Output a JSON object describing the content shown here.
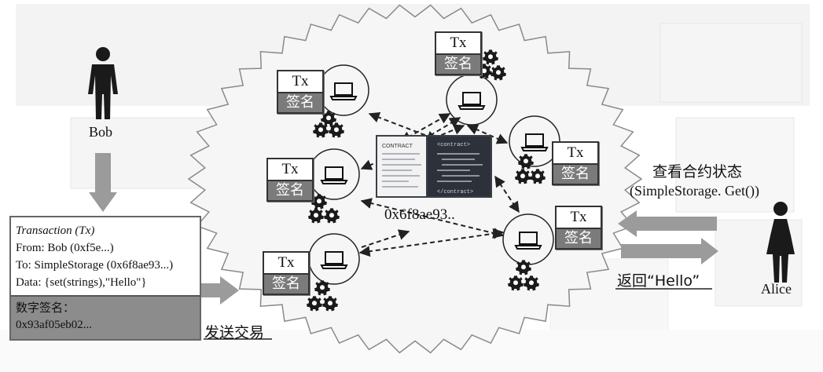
{
  "bob": {
    "name": "Bob"
  },
  "alice": {
    "name": "Alice"
  },
  "transaction": {
    "title": "Transaction (Tx)",
    "from": "From: Bob (0xf5e...)",
    "to": "To: SimpleStorage (0x6f8ae93...)",
    "data": "Data: {set(strings),\"Hello\"}",
    "signature_label": "数字签名：",
    "signature_value": "0x93af05eb02..."
  },
  "send_label": "发送交易",
  "query_label": "查看合约状态",
  "query_call": "(SimpleStorage. Get())",
  "return_label": "返回“Hello”",
  "contract": {
    "address": "0x6f8ae93..",
    "left_heading": "CONTRACT",
    "right_open": "<contract>",
    "right_close": "</contract>"
  },
  "tx_cards": [
    {
      "tx": "Tx",
      "sig": "签名"
    },
    {
      "tx": "Tx",
      "sig": "签名"
    },
    {
      "tx": "Tx",
      "sig": "签名"
    },
    {
      "tx": "Tx",
      "sig": "签名"
    },
    {
      "tx": "Tx",
      "sig": "签名"
    },
    {
      "tx": "Tx",
      "sig": "签名"
    }
  ],
  "colors": {
    "gear": "#1a1a1a",
    "blob": "#f6f6f6",
    "arrow": "#999999",
    "sig_fill": "#7b7b7b"
  }
}
